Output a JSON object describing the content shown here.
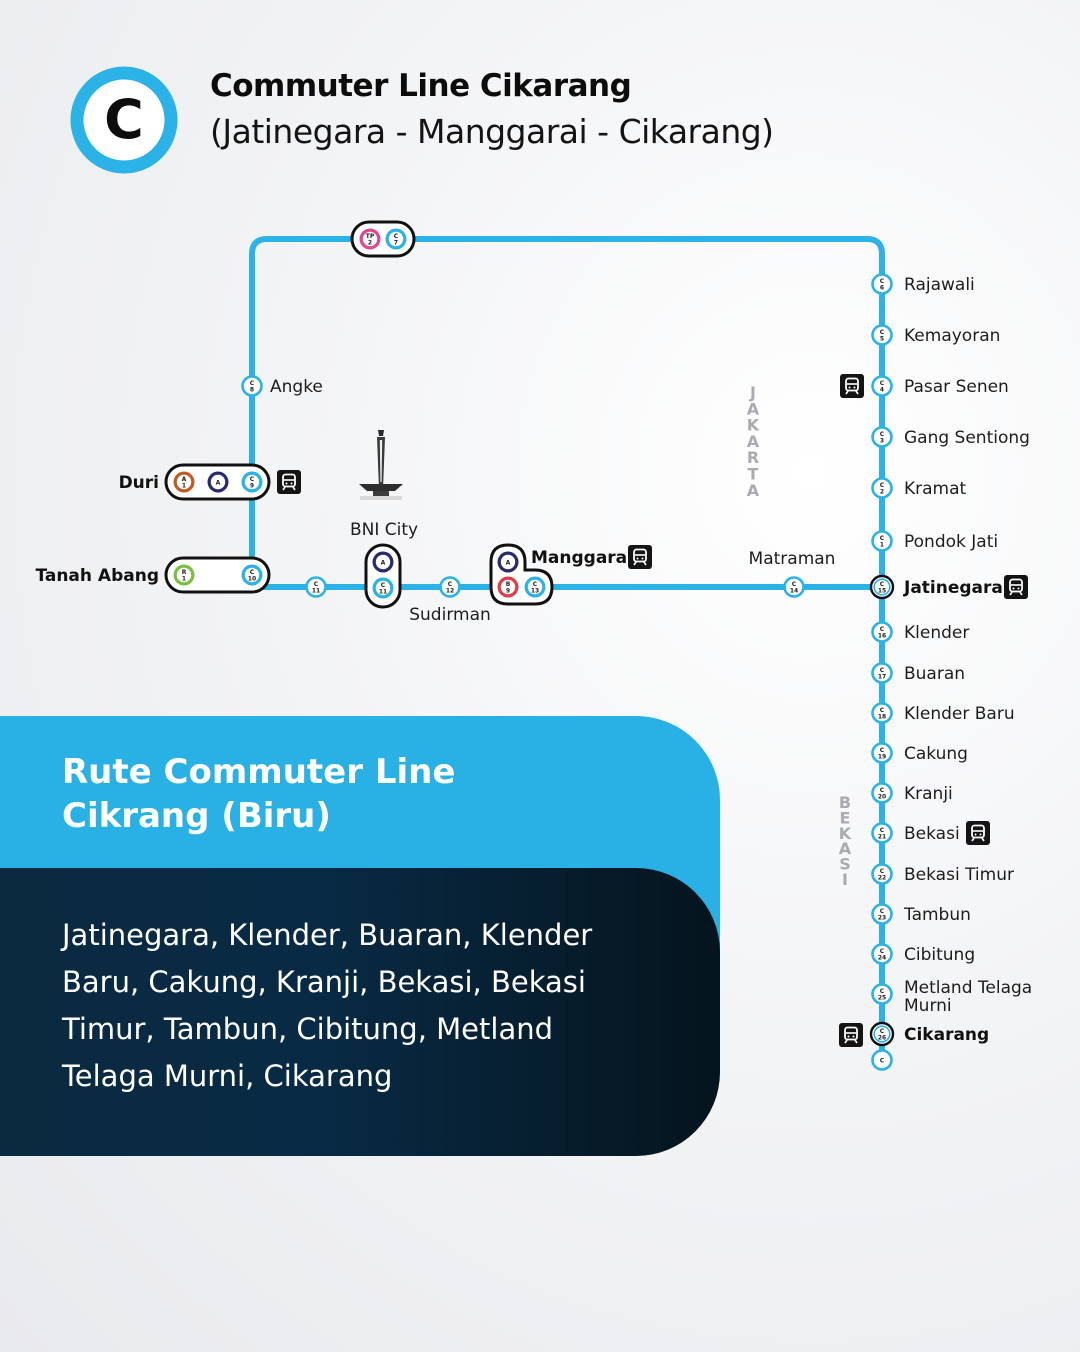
{
  "header": {
    "logo_letter": "C",
    "title": "Commuter Line Cikarang",
    "subtitle": "(Jatinegara - Manggarai - Cikarang)"
  },
  "colors": {
    "line": "#2bb2e6",
    "dark_panel": "#0b2b40",
    "brown": "#c25a28",
    "navy": "#2b2a6e",
    "red": "#e23b4a",
    "green": "#79c043",
    "pink": "#e1468e"
  },
  "regions": {
    "jakarta": "JAKARTA",
    "bekasi": "BEKASI"
  },
  "landmarks": [
    {
      "id": "monas",
      "icon": "monas-monument-icon"
    }
  ],
  "stations": [
    {
      "id": "tp2c7",
      "name": "",
      "codes": [
        [
          "TP",
          "2",
          "pink"
        ],
        [
          "C",
          "7",
          "cyan"
        ]
      ],
      "interchange": true
    },
    {
      "id": "rajawali",
      "name": "Rajawali",
      "code": [
        "C",
        "6"
      ]
    },
    {
      "id": "kemayoran",
      "name": "Kemayoran",
      "code": [
        "C",
        "5"
      ]
    },
    {
      "id": "pasar_senen",
      "name": "Pasar Senen",
      "code": [
        "C",
        "4"
      ],
      "icon": "train-icon"
    },
    {
      "id": "gang_sentiong",
      "name": "Gang Sentiong",
      "code": [
        "C",
        "3"
      ]
    },
    {
      "id": "kramat",
      "name": "Kramat",
      "code": [
        "C",
        "2"
      ]
    },
    {
      "id": "pondok_jati",
      "name": "Pondok Jati",
      "code": [
        "C",
        "1"
      ]
    },
    {
      "id": "jatinegara",
      "name": "Jatinegara",
      "code": [
        "C",
        "15"
      ],
      "bold": true,
      "icon": "train-icon"
    },
    {
      "id": "klender",
      "name": "Klender",
      "code": [
        "C",
        "16"
      ]
    },
    {
      "id": "buaran",
      "name": "Buaran",
      "code": [
        "C",
        "17"
      ]
    },
    {
      "id": "klender_baru",
      "name": "Klender Baru",
      "code": [
        "C",
        "18"
      ]
    },
    {
      "id": "cakung",
      "name": "Cakung",
      "code": [
        "C",
        "19"
      ]
    },
    {
      "id": "kranji",
      "name": "Kranji",
      "code": [
        "C",
        "20"
      ]
    },
    {
      "id": "bekasi",
      "name": "Bekasi",
      "code": [
        "C",
        "21"
      ],
      "icon": "train-icon"
    },
    {
      "id": "bekasi_timur",
      "name": "Bekasi Timur",
      "code": [
        "C",
        "22"
      ]
    },
    {
      "id": "tambun",
      "name": "Tambun",
      "code": [
        "C",
        "23"
      ]
    },
    {
      "id": "cibitung",
      "name": "Cibitung",
      "code": [
        "C",
        "24"
      ]
    },
    {
      "id": "metland",
      "name": "Metland Telaga",
      "name2": "Murni",
      "code": [
        "C",
        "25"
      ]
    },
    {
      "id": "cikarang",
      "name": "Cikarang",
      "code": [
        "C",
        "26"
      ],
      "bold": true,
      "icon": "train-icon"
    },
    {
      "id": "terminus",
      "name": "",
      "code": [
        "C",
        ""
      ]
    },
    {
      "id": "angke",
      "name": "Angke",
      "code": [
        "C",
        "8"
      ]
    },
    {
      "id": "duri",
      "name": "Duri",
      "codes": [
        [
          "A",
          "1",
          "brown"
        ],
        [
          "A",
          "",
          "navy"
        ],
        [
          "C",
          "9",
          "cyan"
        ]
      ],
      "bold": true,
      "icon": "train-icon",
      "interchange": true
    },
    {
      "id": "tanah_abang",
      "name": "Tanah Abang",
      "codes": [
        [
          "R",
          "1",
          "green"
        ],
        [
          "C",
          "10",
          "cyan"
        ]
      ],
      "bold": true,
      "interchange": true
    },
    {
      "id": "c11",
      "name": "",
      "code": [
        "C",
        "11"
      ]
    },
    {
      "id": "bni_city",
      "name": "BNI City",
      "codes": [
        [
          "A",
          "",
          "navy"
        ],
        [
          "C",
          "11",
          "cyan"
        ]
      ],
      "interchange": true
    },
    {
      "id": "sudirman",
      "name": "Sudirman",
      "code": [
        "C",
        "12"
      ]
    },
    {
      "id": "manggarai",
      "name": "Manggarai",
      "codes": [
        [
          "A",
          "",
          "navy"
        ],
        [
          "B",
          "9",
          "red"
        ],
        [
          "C",
          "13",
          "cyan"
        ]
      ],
      "bold": true,
      "icon": "train-icon",
      "interchange": true
    },
    {
      "id": "matraman",
      "name": "Matraman",
      "code": [
        "C",
        "14"
      ]
    }
  ],
  "panel": {
    "title_line1": "Rute Commuter Line",
    "title_line2": "Cikrang (Biru)",
    "body_lines": [
      "Jatinegara, Klender, Buaran, Klender",
      "Baru, Cakung, Kranji, Bekasi, Bekasi",
      "Timur, Tambun, Cibitung, Metland",
      "Telaga Murni, Cikarang"
    ]
  }
}
